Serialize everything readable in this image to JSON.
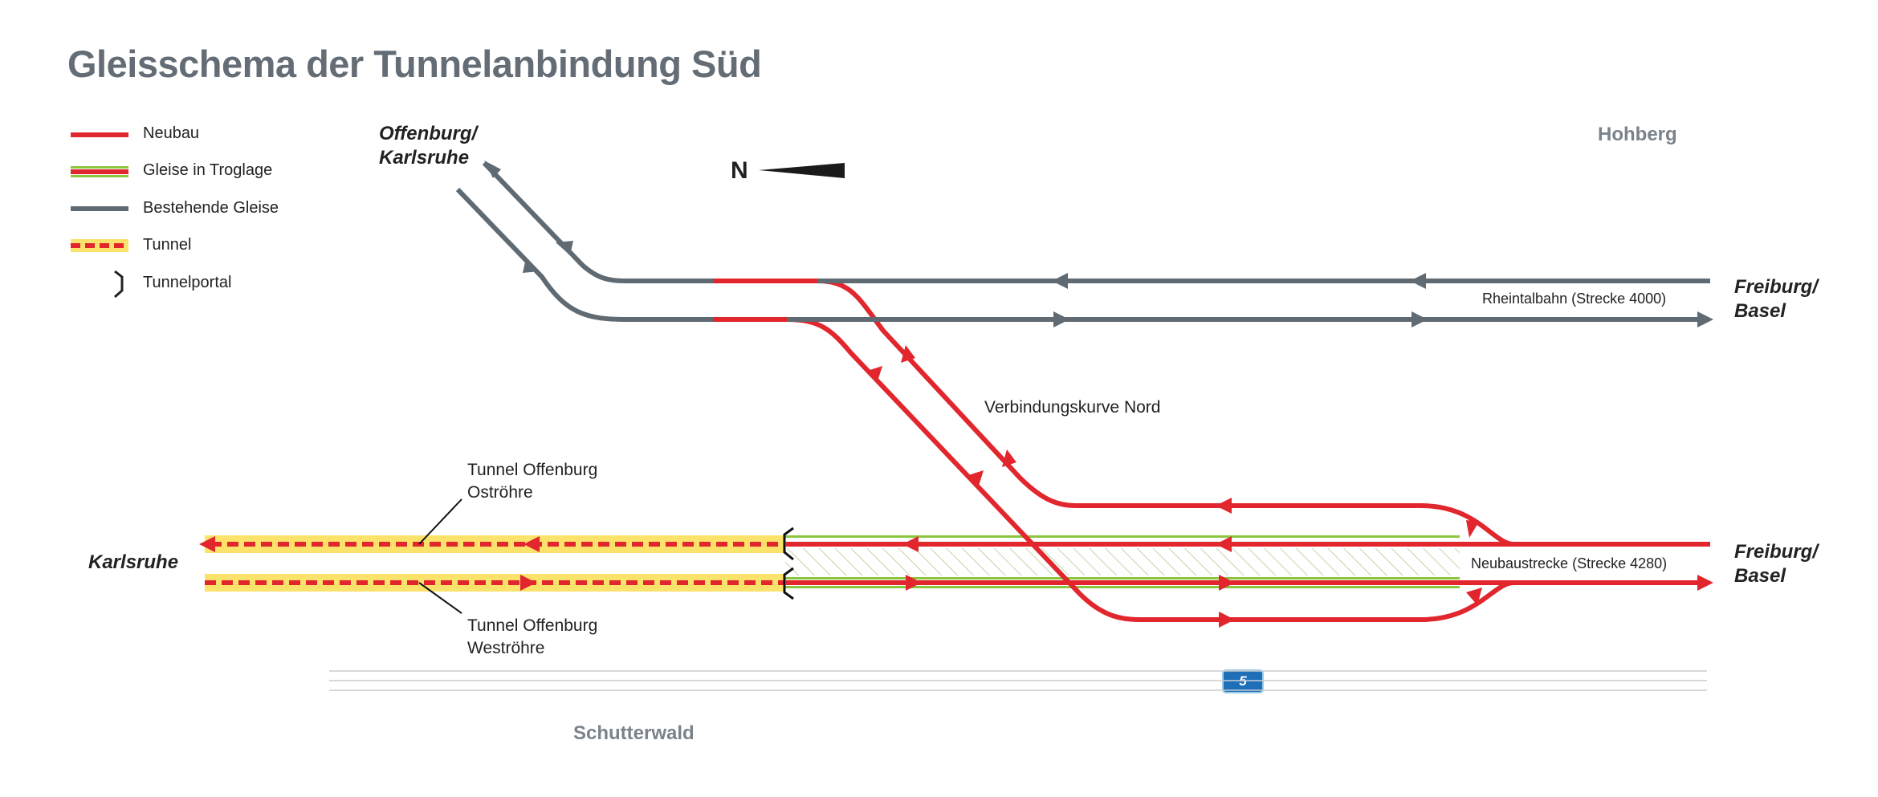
{
  "title": "Gleisschema der Tunnelanbindung Süd",
  "legend": [
    {
      "label": "Neubau",
      "symbol": "red-line"
    },
    {
      "label": "Gleise in Troglage",
      "symbol": "red-line-green-border"
    },
    {
      "label": "Bestehende Gleise",
      "symbol": "grey-line"
    },
    {
      "label": "Tunnel",
      "symbol": "red-dashed-yellow"
    },
    {
      "label": "Tunnelportal",
      "symbol": "bracket"
    }
  ],
  "places": {
    "offenburg_karlsruhe": "Offenburg/\nKarlsruhe",
    "karlsruhe": "Karlsruhe",
    "freiburg_basel_top": "Freiburg/\nBasel",
    "freiburg_basel_bottom": "Freiburg/\nBasel",
    "hohberg": "Hohberg",
    "schutterwald": "Schutterwald"
  },
  "labels": {
    "north": "N",
    "rheintalbahn": "Rheintalbahn (Strecke 4000)",
    "neubaustrecke": "Neubaustrecke (Strecke 4280)",
    "verbindungskurve": "Verbindungskurve Nord",
    "tunnel_ost": "Tunnel Offenburg\nOströhre",
    "tunnel_west": "Tunnel Offenburg\nWeströhre",
    "motorway": "5"
  },
  "colors": {
    "neubau": "#e1262d",
    "existing": "#5f6a73",
    "trough": "#8cc63f",
    "tunnel_fill": "#fbe26a",
    "text": "#222222",
    "town": "#7a828a",
    "motorway_shield": "#1f6fb8"
  }
}
